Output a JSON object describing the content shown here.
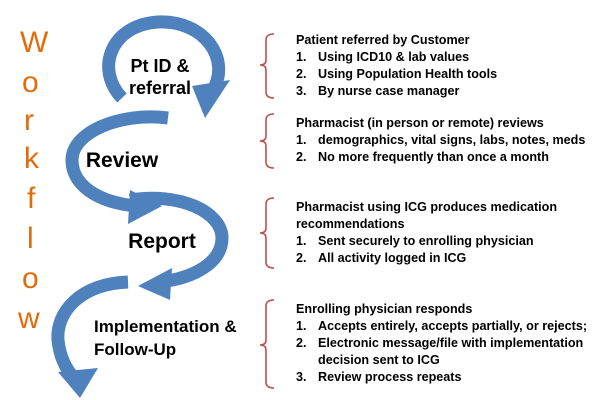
{
  "vertical_word": "Workflow",
  "accent_colors": {
    "vertical_word": "#e36c0a",
    "arrows": "#4f81bd",
    "brackets": "#c0504d"
  },
  "steps": [
    {
      "label_lines": [
        "Pt ID &",
        "referral"
      ],
      "details": {
        "heading": "Patient referred by  Customer",
        "items": [
          "Using ICD10 & lab values",
          "Using Population Health tools",
          "By nurse case manager"
        ]
      }
    },
    {
      "label_lines": [
        "Review"
      ],
      "details": {
        "heading": "Pharmacist (in person or remote) reviews",
        "items": [
          "demographics, vital signs, labs, notes, meds",
          "No more frequently than once a month"
        ]
      }
    },
    {
      "label_lines": [
        "Report"
      ],
      "details": {
        "heading": "Pharmacist using ICG produces medication recommendations",
        "items": [
          "Sent securely to enrolling physician",
          "All activity logged in ICG"
        ]
      }
    },
    {
      "label_lines": [
        "Implementation &",
        "Follow-Up"
      ],
      "details": {
        "heading": "Enrolling physician responds",
        "items": [
          "Accepts entirely, accepts partially, or rejects;",
          "Electronic message/file with implementation decision sent to ICG",
          "Review process repeats"
        ]
      }
    }
  ]
}
